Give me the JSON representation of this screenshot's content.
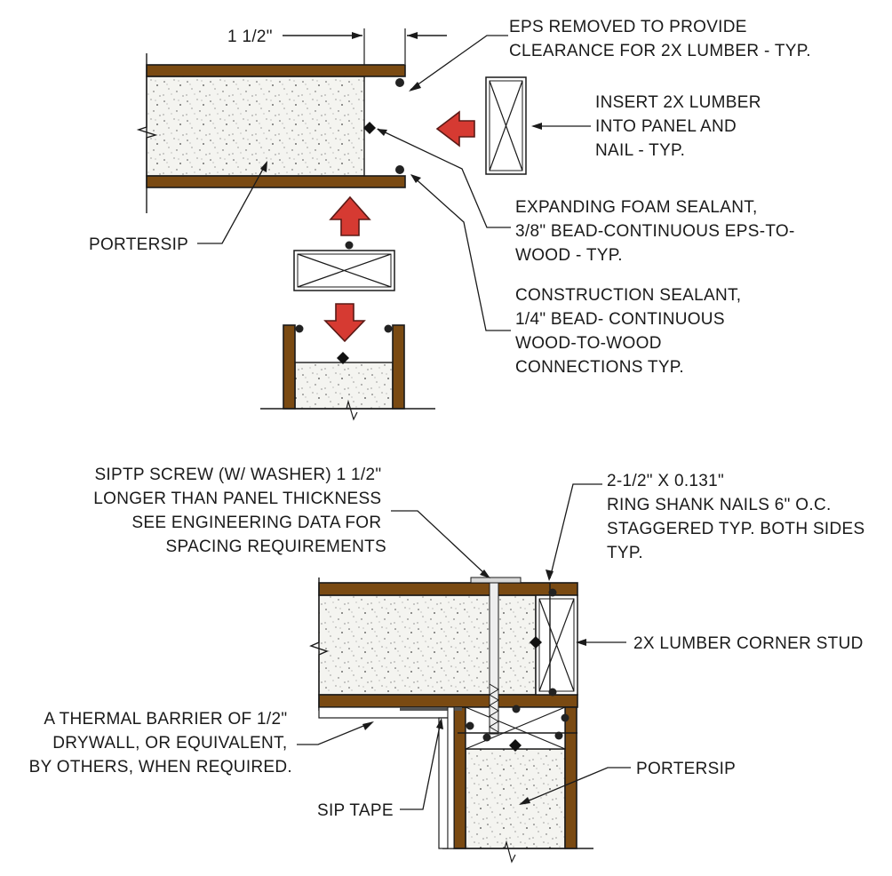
{
  "colors": {
    "wood": "#7a4a12",
    "eps_fill": "#f4f4f0",
    "arrow_red": "#d63a32",
    "line": "#1a1a1a"
  },
  "top_detail": {
    "dimension": "1 1/2\"",
    "note_eps_removed": [
      "EPS REMOVED TO PROVIDE",
      "CLEARANCE FOR 2X LUMBER - TYP."
    ],
    "note_insert_lumber": [
      "INSERT 2X LUMBER",
      "INTO PANEL  AND",
      "NAIL - TYP."
    ],
    "note_foam_sealant": [
      "EXPANDING FOAM SEALANT,",
      "3/8\" BEAD-CONTINUOUS EPS-TO-",
      "WOOD - TYP."
    ],
    "note_construction_sealant": [
      "CONSTRUCTION SEALANT,",
      "1/4\" BEAD- CONTINUOUS",
      "WOOD-TO-WOOD",
      "CONNECTIONS TYP."
    ],
    "label_panel": "PORTERSIP"
  },
  "bottom_detail": {
    "note_screw": [
      "SIPTP SCREW (W/ WASHER) 1 1/2\"",
      "LONGER THAN PANEL THICKNESS",
      "SEE ENGINEERING DATA FOR",
      "SPACING REQUIREMENTS"
    ],
    "note_nails": [
      "2-1/2\" X 0.131\"",
      "RING SHANK NAILS  6\" O.C.",
      "STAGGERED TYP. BOTH SIDES",
      "TYP."
    ],
    "label_corner_stud": "2X LUMBER CORNER STUD",
    "note_thermal": [
      "A THERMAL BARRIER OF 1/2\"",
      "DRYWALL, OR EQUIVALENT,",
      "BY OTHERS, WHEN REQUIRED."
    ],
    "label_panel": "PORTERSIP",
    "label_tape": "SIP TAPE"
  }
}
